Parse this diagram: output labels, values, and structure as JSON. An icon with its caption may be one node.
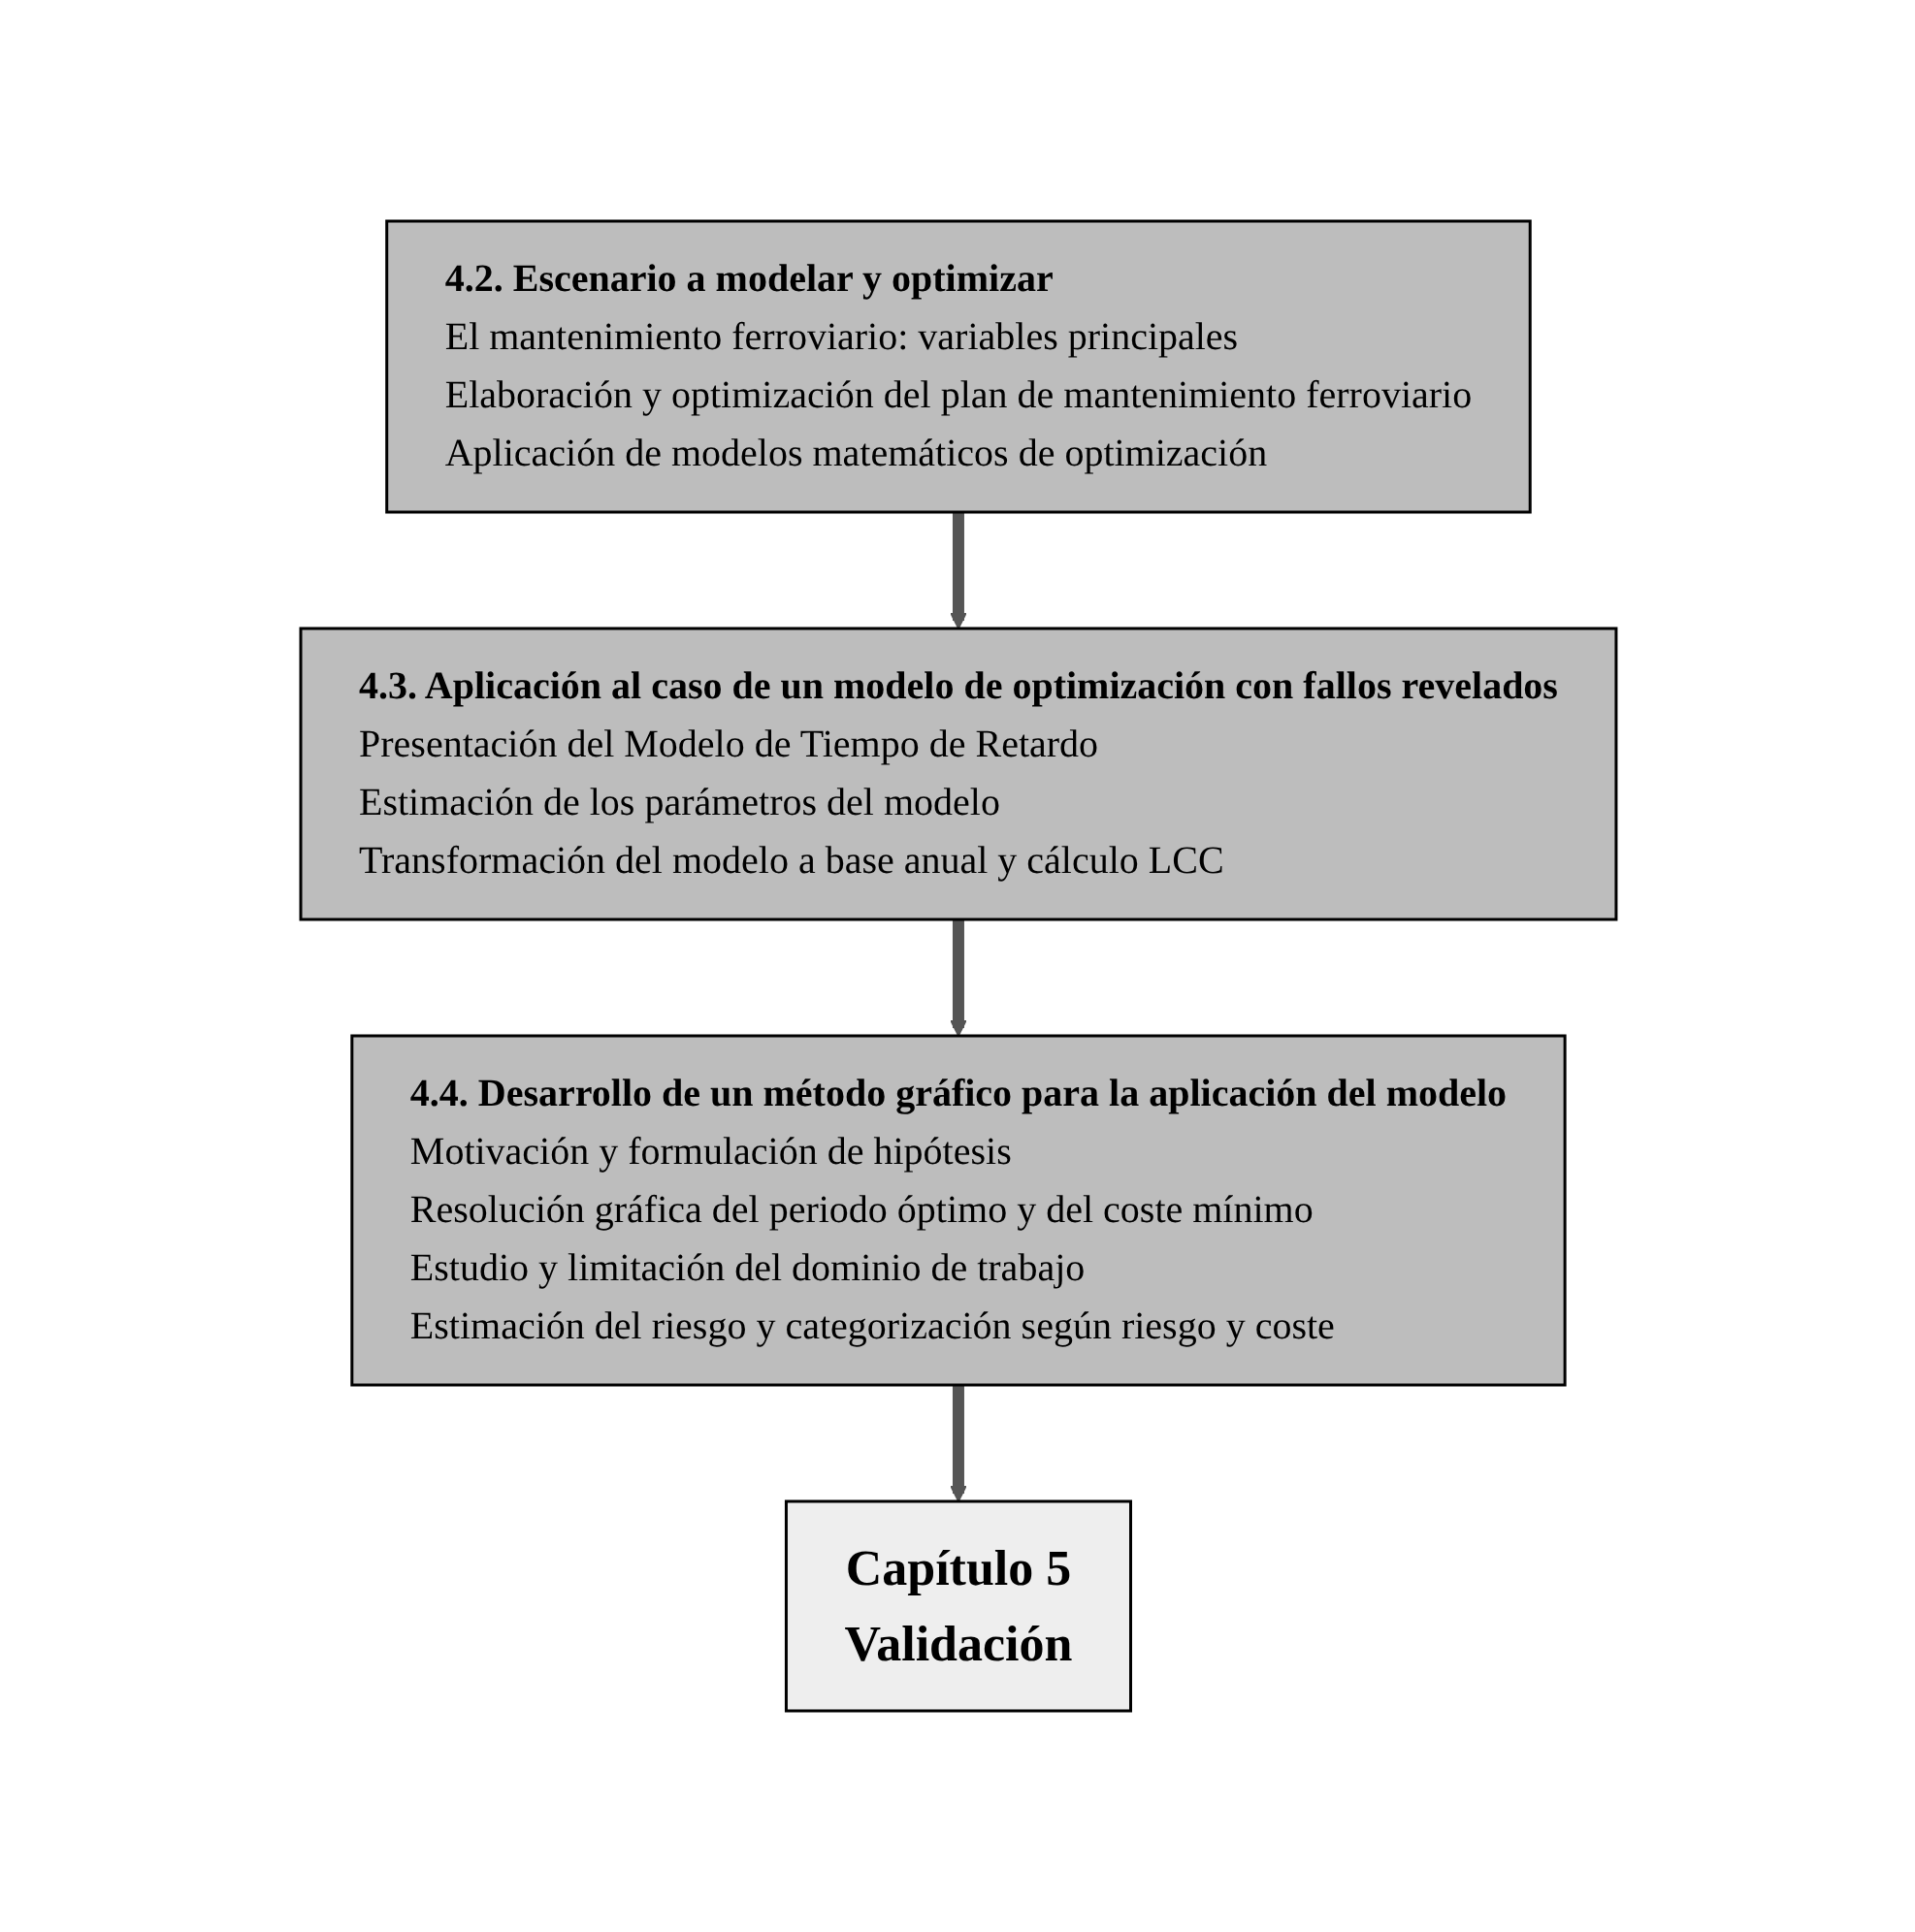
{
  "diagram": {
    "nodes": [
      {
        "text": [
          "4.2. Escenario a modelar y optimizar",
          "El mantenimiento ferroviario: variables principales",
          "Elaboración y optimización del plan de mantenimiento ferroviario",
          "Aplicación de modelos matemáticos de optimización"
        ]
      },
      {
        "text": [
          "4.3. Aplicación al caso de un modelo de optimización con fallos revelados",
          "Presentación del Modelo de Tiempo de Retardo",
          "Estimación de los parámetros del modelo",
          "Transformación del modelo a base anual y cálculo LCC"
        ]
      },
      {
        "text": [
          "4.4. Desarrollo de un método gráfico para la aplicación del modelo",
          "Motivación y formulación de hipótesis",
          "Resolución gráfica del periodo óptimo y del coste mínimo",
          "Estudio y limitación del dominio de trabajo",
          "Estimación del riesgo y categorización según riesgo y coste"
        ]
      },
      {
        "text": [
          "Capítulo 5",
          "Validación"
        ]
      }
    ],
    "edges": [
      {
        "from": 0,
        "to": 1,
        "arrow": "to"
      },
      {
        "from": 1,
        "to": 2,
        "arrow": "to"
      },
      {
        "from": 2,
        "to": 3,
        "arrow": "to"
      }
    ]
  }
}
